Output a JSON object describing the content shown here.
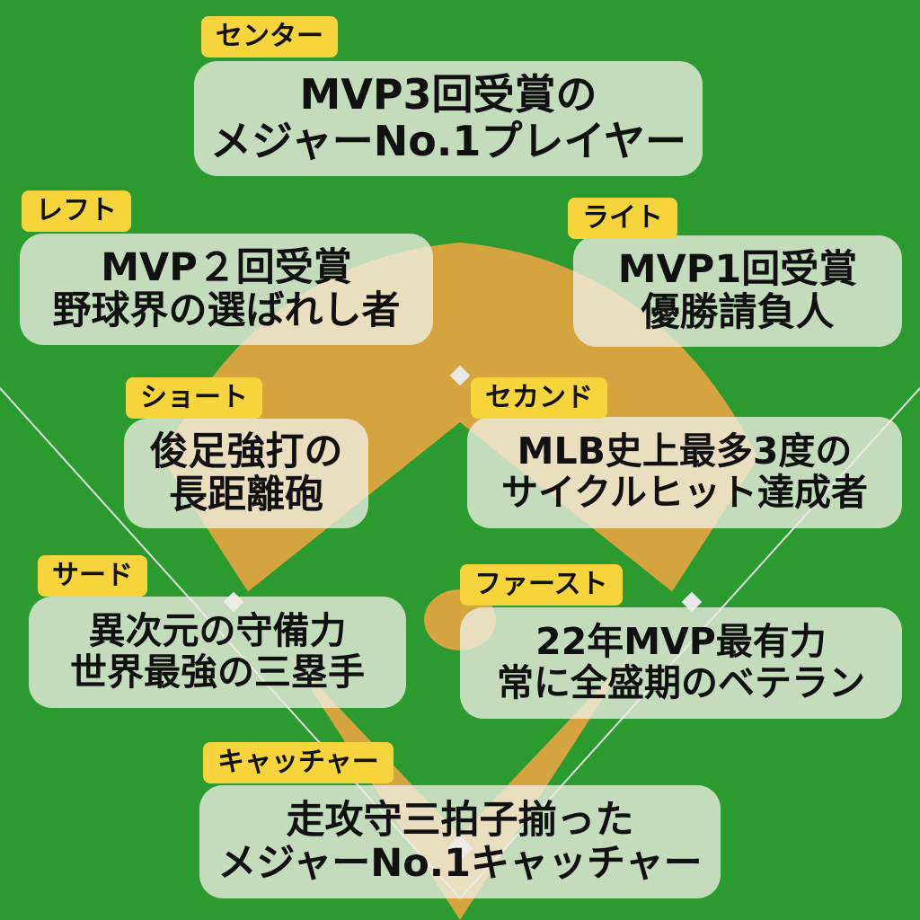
{
  "colors": {
    "grass": "#2b9a2f",
    "dirt": "#d5a43e",
    "base": "#e8e8e8",
    "tag": "#f6d43c",
    "box": "rgba(238,238,228,0.78)"
  },
  "players": {
    "center": {
      "position": "センター",
      "lines": [
        "MVP3回受賞の",
        "メジャーNo.1プレイヤー"
      ]
    },
    "left": {
      "position": "レフト",
      "lines": [
        "MVP２回受賞",
        "野球界の選ばれし者"
      ]
    },
    "right": {
      "position": "ライト",
      "lines": [
        "MVP1回受賞",
        "優勝請負人"
      ]
    },
    "short": {
      "position": "ショート",
      "lines": [
        "俊足強打の",
        "長距離砲"
      ]
    },
    "second": {
      "position": "セカンド",
      "lines": [
        "MLB史上最多3度の",
        "サイクルヒット達成者"
      ]
    },
    "third": {
      "position": "サード",
      "lines": [
        "異次元の守備力",
        "世界最強の三塁手"
      ]
    },
    "first": {
      "position": "ファースト",
      "lines": [
        "22年MVP最有力",
        "常に全盛期のベテラン"
      ]
    },
    "catcher": {
      "position": "キャッチャー",
      "lines": [
        "走攻守三拍子揃った",
        "メジャーNo.1キャッチャー"
      ]
    }
  }
}
